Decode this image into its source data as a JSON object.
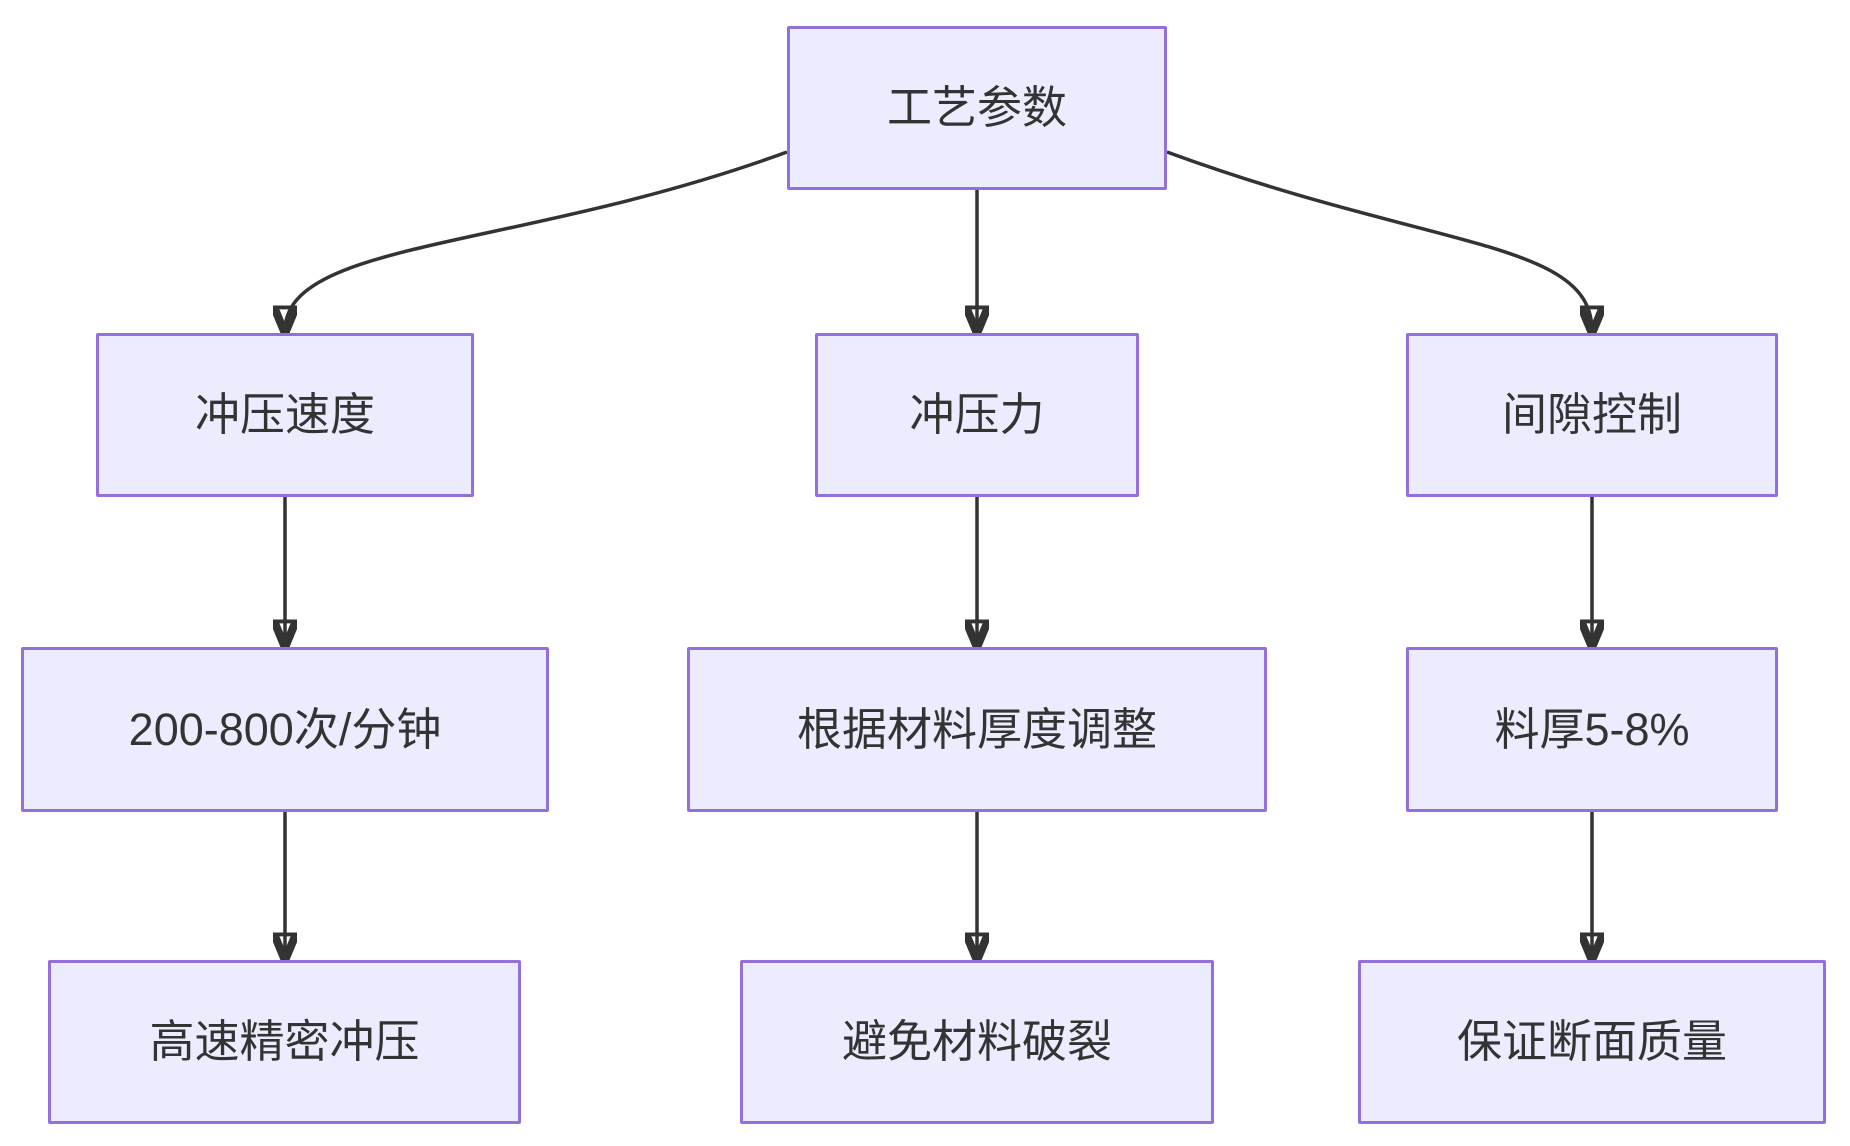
{
  "diagram": {
    "type": "flowchart",
    "direction": "top-down",
    "nodes": {
      "A": {
        "label": "工艺参数"
      },
      "B": {
        "label": "冲压速度"
      },
      "C": {
        "label": "冲压力"
      },
      "D": {
        "label": "间隙控制"
      },
      "E": {
        "label": "200-800次/分钟"
      },
      "F": {
        "label": "根据材料厚度调整"
      },
      "G": {
        "label": "料厚5-8%"
      },
      "H": {
        "label": "高速精密冲压"
      },
      "I": {
        "label": "避免材料破裂"
      },
      "J": {
        "label": "保证断面质量"
      }
    },
    "edges": [
      {
        "from": "A",
        "to": "B"
      },
      {
        "from": "A",
        "to": "C"
      },
      {
        "from": "A",
        "to": "D"
      },
      {
        "from": "B",
        "to": "E"
      },
      {
        "from": "C",
        "to": "F"
      },
      {
        "from": "D",
        "to": "G"
      },
      {
        "from": "E",
        "to": "H"
      },
      {
        "from": "F",
        "to": "I"
      },
      {
        "from": "G",
        "to": "J"
      }
    ],
    "colors": {
      "node_fill": "#ECECFF",
      "node_border": "#9370DB",
      "edge": "#333333",
      "text": "#333333",
      "bg": "#FFFFFF"
    }
  }
}
